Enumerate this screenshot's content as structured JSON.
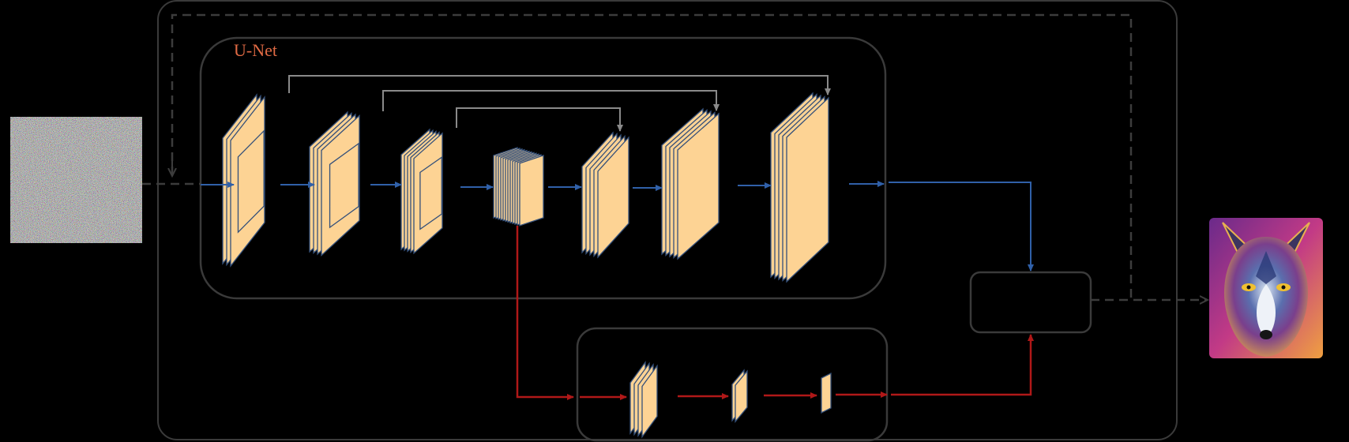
{
  "unet": {
    "label": "U-Net"
  },
  "colors": {
    "background": "#000000",
    "block_outline": "#3a3a3a",
    "feature_fill": "#fdd394",
    "feature_edge": "#34507a",
    "encoder_arrow": "#3060a8",
    "head_arrow": "#b01818",
    "skip_line": "#8a8a8a",
    "dashed_line": "#3c3c3c",
    "label_color": "#e06a44"
  },
  "images": {
    "input": "noise-image",
    "output": "wolf-portrait-image"
  }
}
